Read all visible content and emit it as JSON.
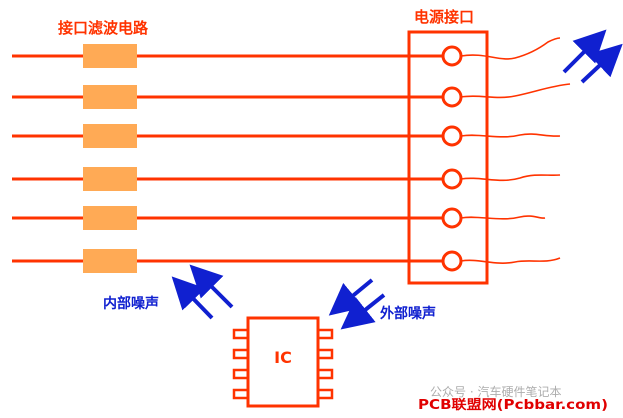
{
  "labels": {
    "filter_circuit": "接口滤波电路",
    "power_interface": "电源接口",
    "internal_noise": "内部噪声",
    "external_noise": "外部噪声",
    "ic": "IC"
  },
  "watermark": {
    "account": "公众号 · 汽车硬件笔记本",
    "site": "PCB联盟网(Pcbbar.com)"
  },
  "colors": {
    "wire": "#ff3300",
    "filter_fill": "#ffaa55",
    "arrow": "#1020d0",
    "label": "#ff3300",
    "noise_label": "#1020d0",
    "watermark_site": "#e00000"
  },
  "line_count": 6
}
